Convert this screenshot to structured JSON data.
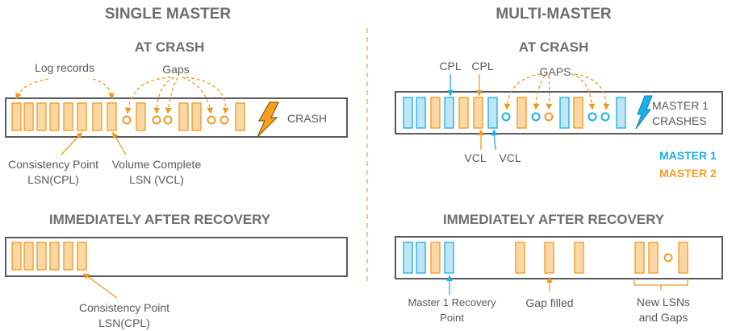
{
  "left": {
    "title": "SINGLE MASTER",
    "crash": {
      "heading": "AT CRASH",
      "log_records_label": "Log records",
      "gaps_label": "Gaps",
      "crash_label": "CRASH",
      "cpl_label": "Consistency Point LSN(CPL)",
      "vcl_label": "Volume Complete LSN (VCL)"
    },
    "recovery": {
      "heading": "IMMEDIATELY AFTER RECOVERY",
      "cpl_label": "Consistency Point LSN(CPL)"
    }
  },
  "right": {
    "title": "MULTI-MASTER",
    "crash": {
      "heading": "AT CRASH",
      "cpl_labels": [
        "CPL",
        "CPL"
      ],
      "gaps_label": "GAPS",
      "vcl_labels": [
        "VCL",
        "VCL"
      ],
      "crash_label": "MASTER 1 CRASHES"
    },
    "legend": [
      {
        "label": "MASTER 1",
        "color": "#1ab0e8"
      },
      {
        "label": "MASTER 2",
        "color": "#f5a020"
      }
    ],
    "recovery": {
      "heading": "IMMEDIATELY AFTER RECOVERY",
      "recovery_point_label": "Master 1 Recovery Point",
      "gap_filled_label": "Gap filled",
      "new_lsns_label": "New LSNs and Gaps"
    }
  },
  "colors": {
    "orange_fill": "#fad7a4",
    "orange_stroke": "#f29a1f",
    "blue_fill": "#bfe6f5",
    "blue_stroke": "#1ab0e8",
    "bar_border": "#5a5a5a",
    "divider": "#f0a33c"
  },
  "icons": [
    "lightning-bolt-icon"
  ]
}
